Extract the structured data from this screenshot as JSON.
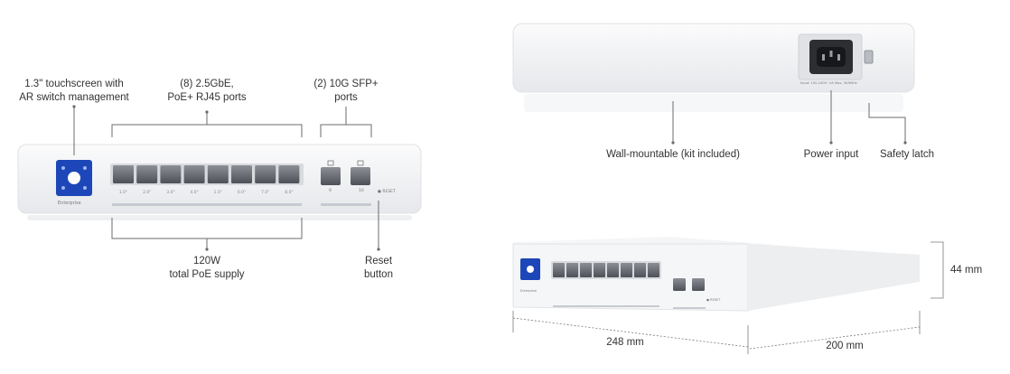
{
  "callouts": {
    "touchscreen_l1": "1.3\" touchscreen with",
    "touchscreen_l2": "AR switch management",
    "rj45_l1": "(8) 2.5GbE,",
    "rj45_l2": "PoE+ RJ45 ports",
    "sfp_l1": "(2) 10G SFP+",
    "sfp_l2": "ports",
    "poe_l1": "120W",
    "poe_l2": "total PoE supply",
    "reset_l1": "Reset",
    "reset_l2": "button",
    "wall_mount": "Wall-mountable (kit included)",
    "power_input": "Power input",
    "safety_latch": "Safety latch"
  },
  "dimensions": {
    "height": "44 mm",
    "width": "248 mm",
    "depth": "200 mm"
  },
  "device": {
    "brand_label": "Enterprise",
    "reset_label": "● RESET",
    "power_label": "Input: 100-240V~2A Max, 50/60Hz",
    "port_labels": [
      "1.0\"",
      "2.0\"",
      "3.0\"",
      "4.0\"",
      "1.0\"",
      "6.0\"",
      "7.0\"",
      "8.0\""
    ],
    "sfp_labels": [
      "9",
      "10"
    ]
  },
  "colors": {
    "body": "#f3f4f6",
    "screen": "#1d47b8",
    "port": "#5f646b",
    "line": "#6b6b6b"
  }
}
